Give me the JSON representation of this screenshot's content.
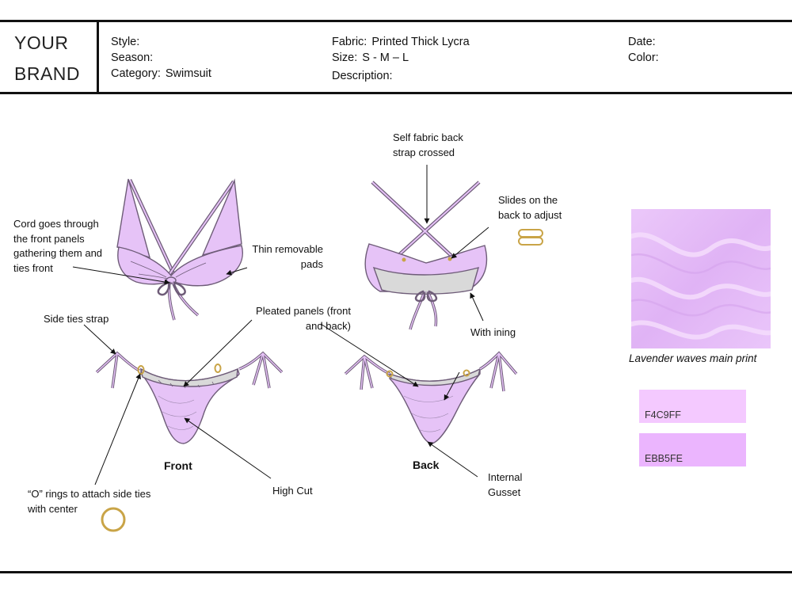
{
  "header": {
    "brand_line1": "YOUR",
    "brand_line2": "BRAND",
    "style_label": "Style:",
    "style_value": "",
    "season_label": "Season:",
    "season_value": "",
    "category_label": "Category:",
    "category_value": "Swimsuit",
    "fabric_label": "Fabric:",
    "fabric_value": "Printed Thick Lycra",
    "size_label": "Size:",
    "size_value": "S - M – L",
    "description_label": "Description:",
    "description_value": "",
    "date_label": "Date:",
    "date_value": "",
    "color_label": "Color:",
    "color_value": ""
  },
  "annotations": {
    "cord": [
      "Cord goes through",
      "the front panels",
      "gathering them and",
      "ties front"
    ],
    "pads": [
      "Thin removable",
      "pads"
    ],
    "side_ties": [
      "Side ties strap"
    ],
    "pleated": [
      "Pleated panels (front",
      "and back)"
    ],
    "o_rings": [
      "“O” rings to attach side ties",
      "with center"
    ],
    "high_cut": [
      "High Cut"
    ],
    "back_strap": [
      "Self fabric back",
      "strap crossed"
    ],
    "slides": [
      "Slides on the",
      "back to adjust"
    ],
    "lining": [
      "With ining"
    ],
    "gusset": [
      "Internal",
      "Gusset"
    ]
  },
  "views": {
    "front": "Front",
    "back": "Back"
  },
  "print": {
    "caption": "Lavender waves main print"
  },
  "swatches": [
    {
      "code": "F4C9FF",
      "color": "#F4C9FF"
    },
    {
      "code": "EBB5FE",
      "color": "#EBB5FE"
    }
  ],
  "colors": {
    "garment_fill": "#E6C3F7",
    "garment_outline": "#6E5C78",
    "lining": "#D9D9D9",
    "hardware": "#C9A447",
    "rule": "#111111"
  }
}
